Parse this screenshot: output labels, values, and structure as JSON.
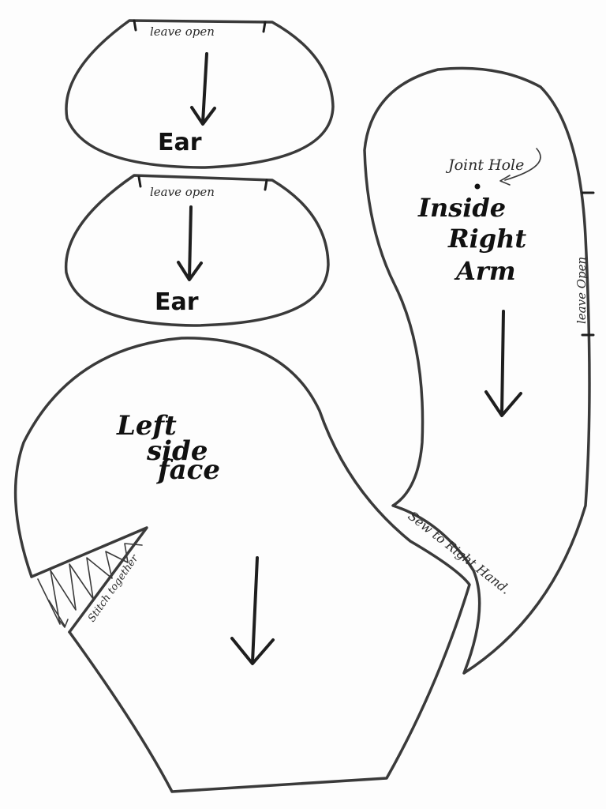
{
  "pieces": {
    "ear_top": {
      "label": "Ear",
      "opening": "leave open"
    },
    "ear_bottom": {
      "label": "Ear",
      "opening": "leave open"
    },
    "face": {
      "label_lines": [
        "Left",
        "side",
        "face"
      ],
      "dart_note": "Stitch together"
    },
    "arm": {
      "label_lines": [
        "Inside",
        "Right",
        "Arm"
      ],
      "hole_note": "Joint Hole",
      "opening": "leave Open",
      "seam_note": "Sew to Right Hand."
    }
  },
  "colors": {
    "ink": "#3a3a3a",
    "paper": "#fdfdfd"
  }
}
